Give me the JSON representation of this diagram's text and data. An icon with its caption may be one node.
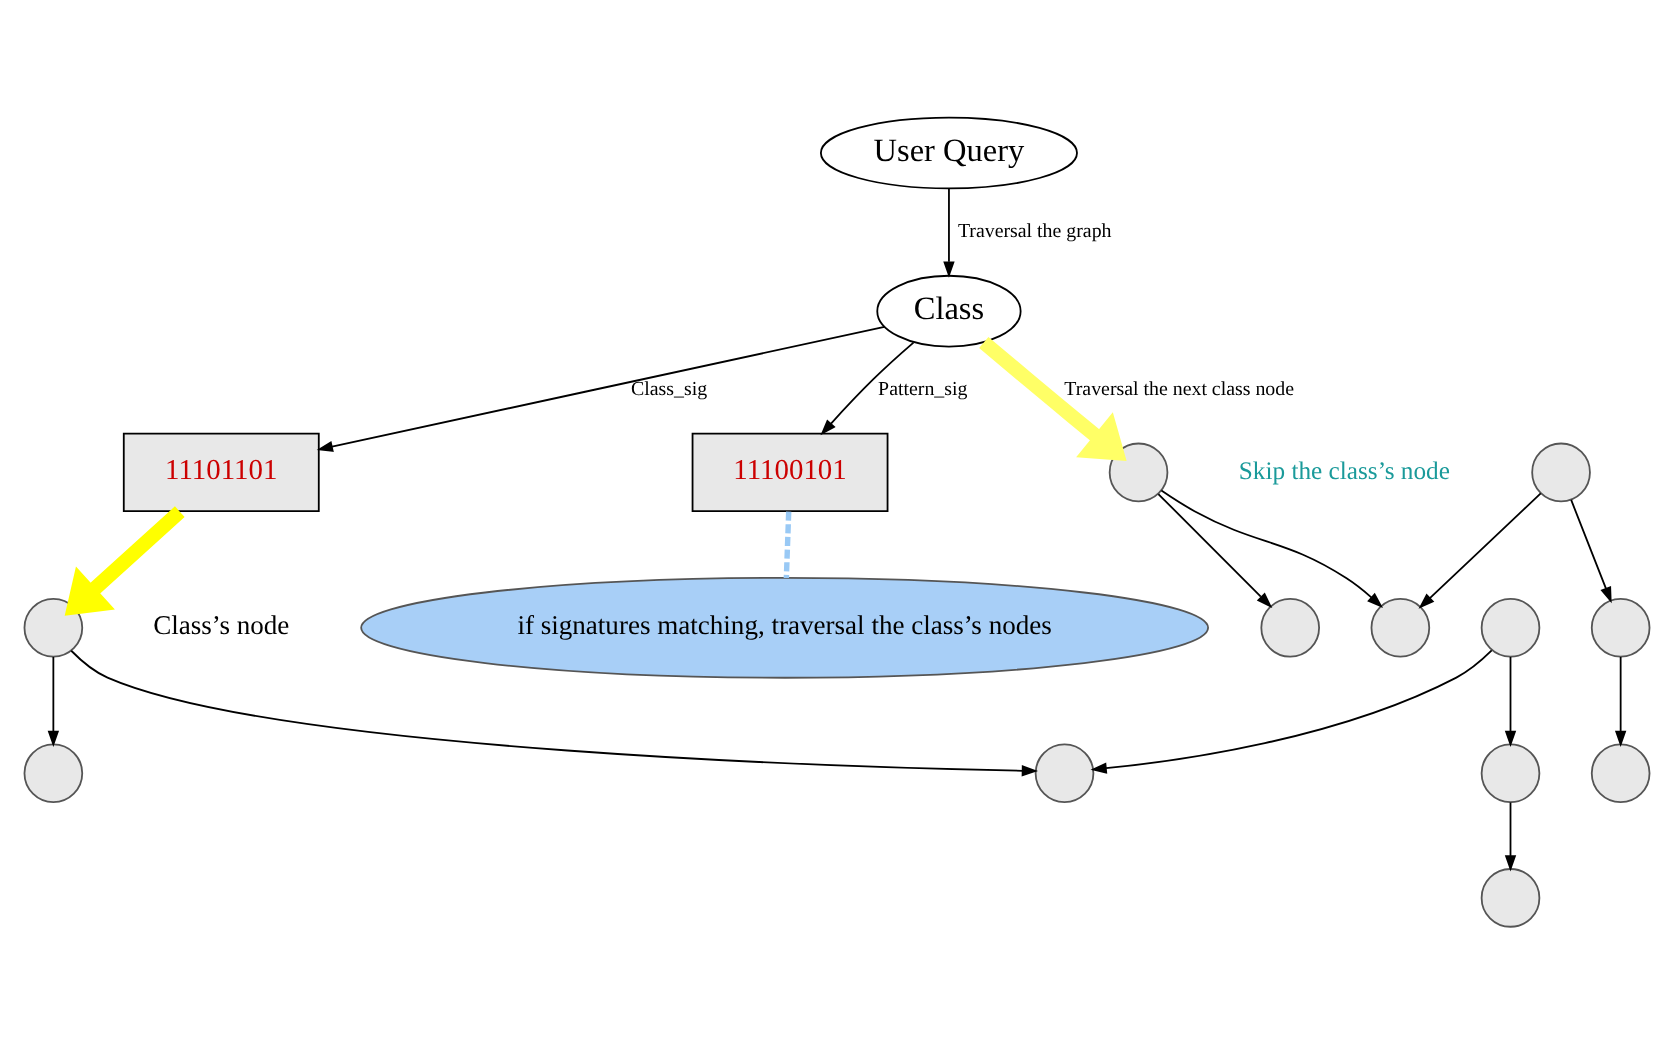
{
  "diagram": {
    "nodes": [
      {
        "text": [
          "User Query"
        ]
      },
      {
        "text": [
          "Class"
        ]
      },
      {
        "text": [
          "11101101"
        ]
      },
      {
        "text": [
          "11100101"
        ]
      },
      {
        "text": [
          "if signatures matching, traversal the class’s nodes"
        ]
      },
      {
        "text": [],
        "shape": "circle"
      },
      {
        "text": [],
        "shape": "circle"
      },
      {
        "text": [],
        "shape": "circle"
      },
      {
        "text": [],
        "shape": "circle"
      },
      {
        "text": [],
        "shape": "circle"
      },
      {
        "text": [],
        "shape": "circle"
      },
      {
        "text": [],
        "shape": "circle"
      },
      {
        "text": [],
        "shape": "circle"
      },
      {
        "text": [],
        "shape": "circle"
      },
      {
        "text": [],
        "shape": "circle"
      },
      {
        "text": [],
        "shape": "circle"
      },
      {
        "text": [],
        "shape": "circle"
      }
    ],
    "edges": [
      {
        "from": 0,
        "to": 1,
        "arrow": "to",
        "label": "Traversal the graph"
      },
      {
        "from": 1,
        "to": 2,
        "arrow": "to",
        "label": "Class_sig"
      },
      {
        "from": 1,
        "to": 3,
        "arrow": "to",
        "label": "Pattern_sig"
      },
      {
        "from": 3,
        "to": 4,
        "arrow": "none",
        "style": "dashed",
        "color": "#99c9f5"
      },
      {
        "from": 1,
        "to": 5,
        "arrow": "to",
        "label": "Traversal the next class node",
        "style": "thick",
        "color": "#ffff66"
      },
      {
        "from": 2,
        "to": 11,
        "arrow": "to",
        "style": "thick",
        "color": "#ffff00"
      },
      {
        "from": 5,
        "to": 7,
        "arrow": "to"
      },
      {
        "from": 5,
        "to": 8,
        "arrow": "to"
      },
      {
        "from": 6,
        "to": 8,
        "arrow": "to"
      },
      {
        "from": 6,
        "to": 9,
        "arrow": "to"
      },
      {
        "from": 9,
        "to": 10,
        "arrow": "to"
      },
      {
        "from": 11,
        "to": 13,
        "arrow": "to"
      },
      {
        "from": 11,
        "to": 14,
        "arrow": "to"
      },
      {
        "from": 12,
        "to": 14,
        "arrow": "to"
      },
      {
        "from": 12,
        "to": 15,
        "arrow": "to"
      },
      {
        "from": 15,
        "to": 16,
        "arrow": "to"
      }
    ],
    "labels": [
      "Skip the class’s node",
      "Class’s node"
    ]
  }
}
